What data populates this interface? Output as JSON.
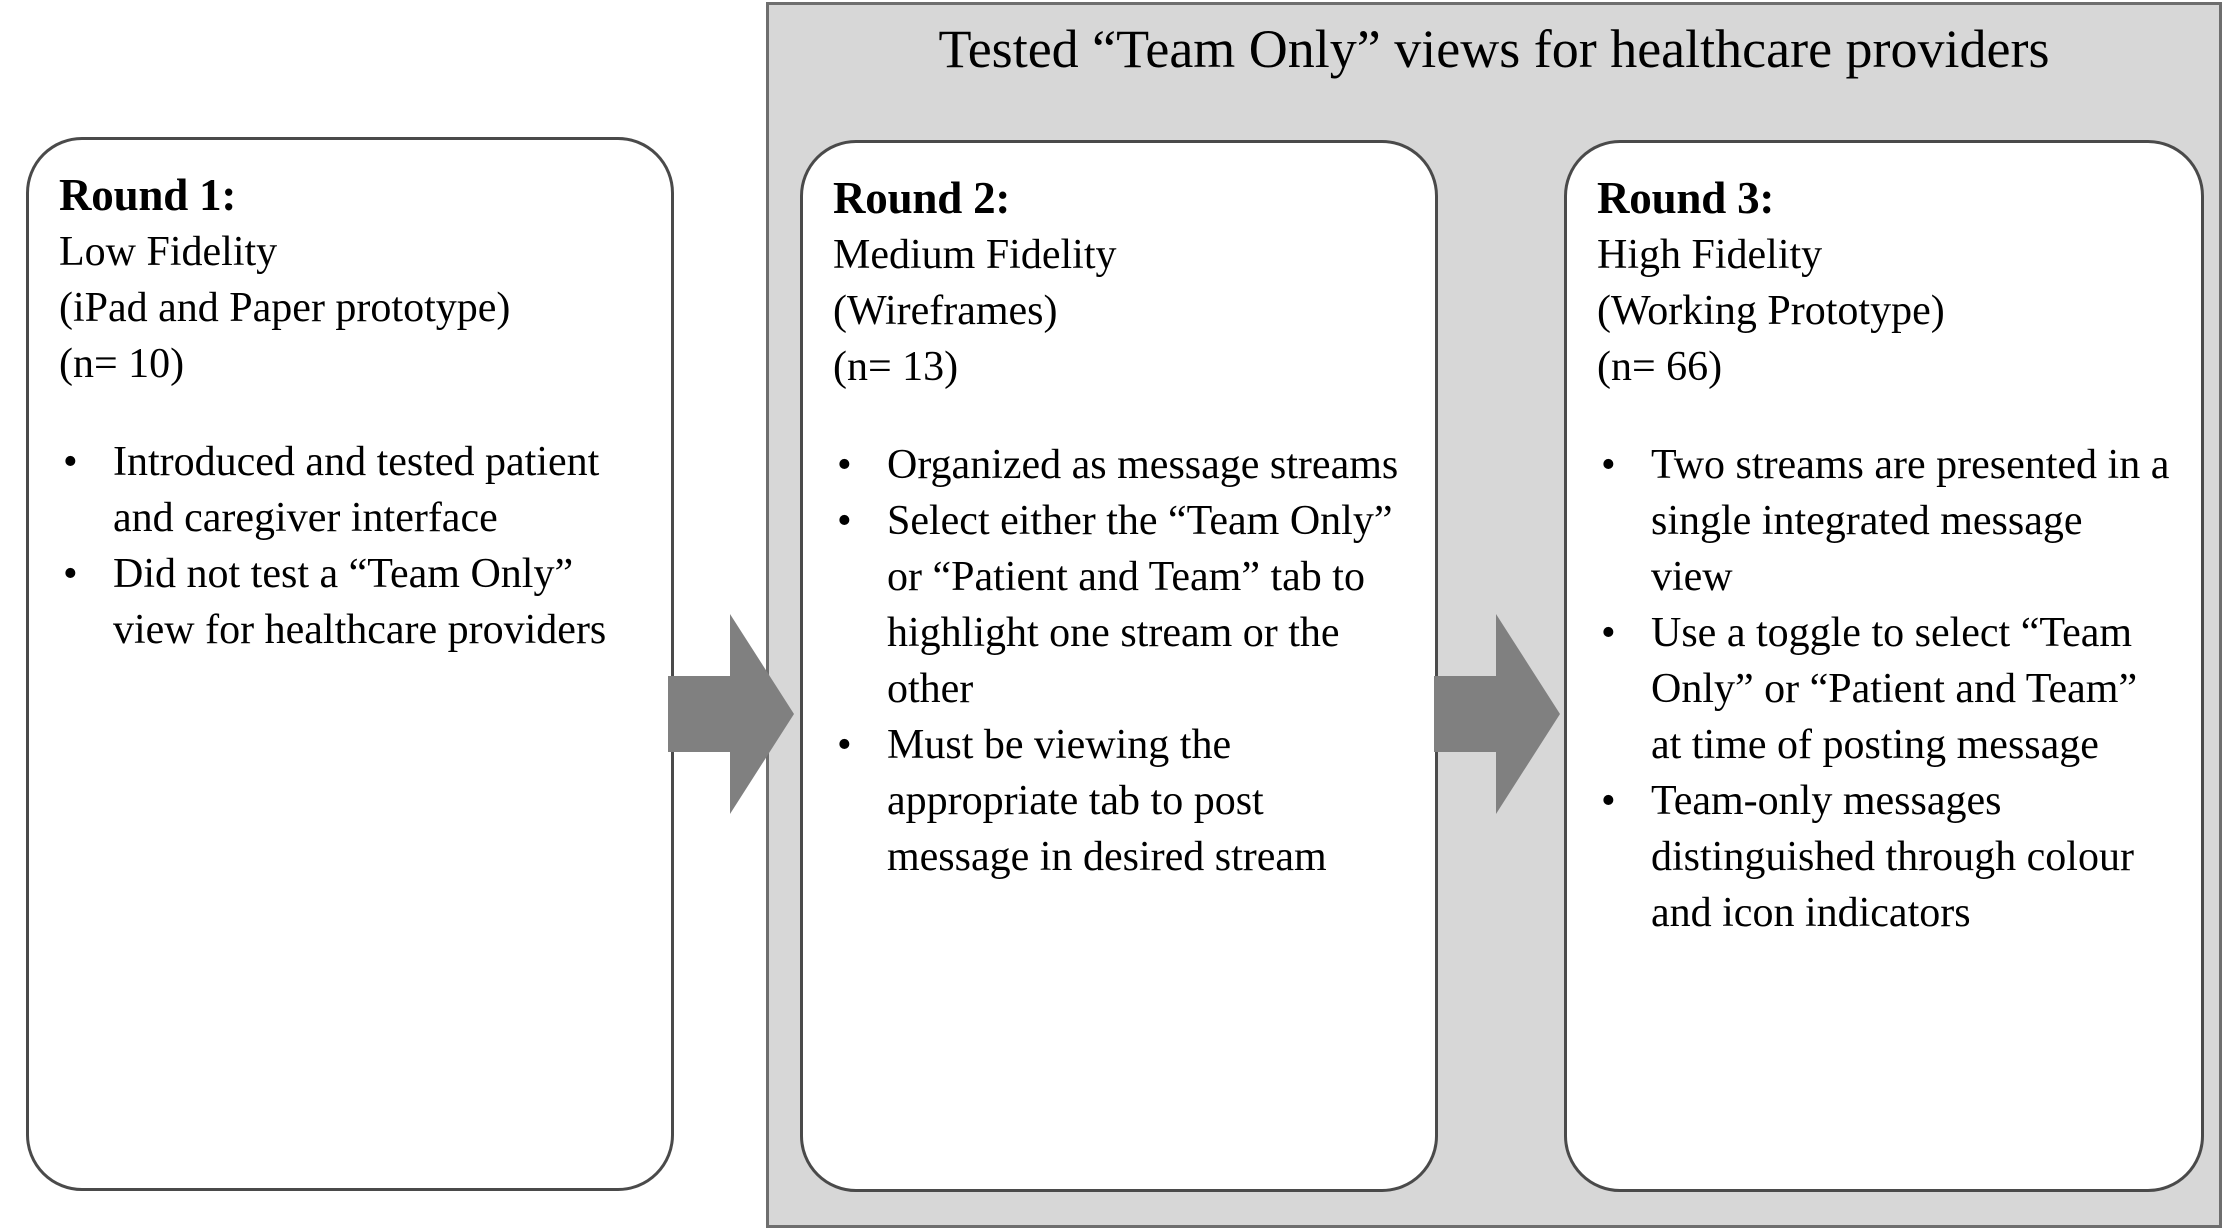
{
  "panel": {
    "title": "Tested “Team Only” views for healthcare providers",
    "background_color": "#d7d7d7",
    "border_color": "#6e6e6e"
  },
  "colors": {
    "page_background": "#ffffff",
    "box_background": "#ffffff",
    "box_border": "#4a4a4a",
    "arrow_fill": "#808080",
    "text": "#000000"
  },
  "rounds": [
    {
      "heading": "Round 1:",
      "subtitle_lines": [
        "Low Fidelity",
        "(iPad and Paper prototype)",
        "(n= 10)"
      ],
      "bullets": [
        "Introduced and tested patient and caregiver interface",
        "Did not test a “Team Only” view for healthcare providers"
      ]
    },
    {
      "heading": "Round 2:",
      "subtitle_lines": [
        "Medium Fidelity",
        "(Wireframes)",
        "(n= 13)"
      ],
      "bullets": [
        "Organized as message streams",
        "Select either the “Team Only” or “Patient and Team” tab to highlight one stream or the other",
        "Must be viewing the appropriate tab to post message in desired stream"
      ]
    },
    {
      "heading": "Round 3:",
      "subtitle_lines": [
        "High Fidelity",
        "(Working Prototype)",
        "(n= 66)"
      ],
      "bullets": [
        "Two streams are presented in a single integrated message view",
        "Use a toggle to select “Team Only” or “Patient and Team” at time of posting message",
        "Team-only messages distinguished through colour and icon indicators"
      ]
    }
  ],
  "bullet_marker": "•",
  "arrows": [
    {
      "name": "arrow-round1-to-round2",
      "direction": "right"
    },
    {
      "name": "arrow-round2-to-round3",
      "direction": "right"
    }
  ]
}
